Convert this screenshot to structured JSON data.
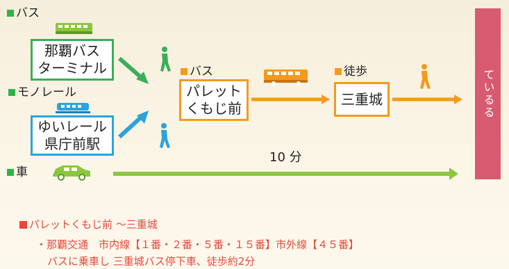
{
  "legend": {
    "bus_label": "バス",
    "monorail_label": "モノレール",
    "car_label": "車"
  },
  "origins": {
    "bus_terminal": [
      "那覇バス",
      "ターミナル"
    ],
    "monorail_station": [
      "ゆいレール",
      "県庁前駅"
    ]
  },
  "route": {
    "bus_step_label": "バス",
    "bus_stop": [
      "パレット",
      "くもじ前"
    ],
    "walk_step_label": "徒歩",
    "destination": "三重城",
    "car_time": "10 分"
  },
  "side_label": "ているる",
  "notes": {
    "heading": "パレットくもじ前 〜三重城",
    "line1": "・那覇交通　市内線【１番・２番・５番・１５番】市外線【４５番】",
    "line2": "バスに乗車し 三重城バス停下車、徒歩約2分"
  },
  "colors": {
    "green": "#3aae5a",
    "blue": "#2ba3dc",
    "orange": "#f39a1e",
    "pink": "#d85a70",
    "red": "#e8483f",
    "light_green": "#8cc63f"
  },
  "icons": [
    "green-bus-icon",
    "blue-monorail-icon",
    "car-icon",
    "walker-icon",
    "orange-bus-icon",
    "arrow-icon"
  ]
}
